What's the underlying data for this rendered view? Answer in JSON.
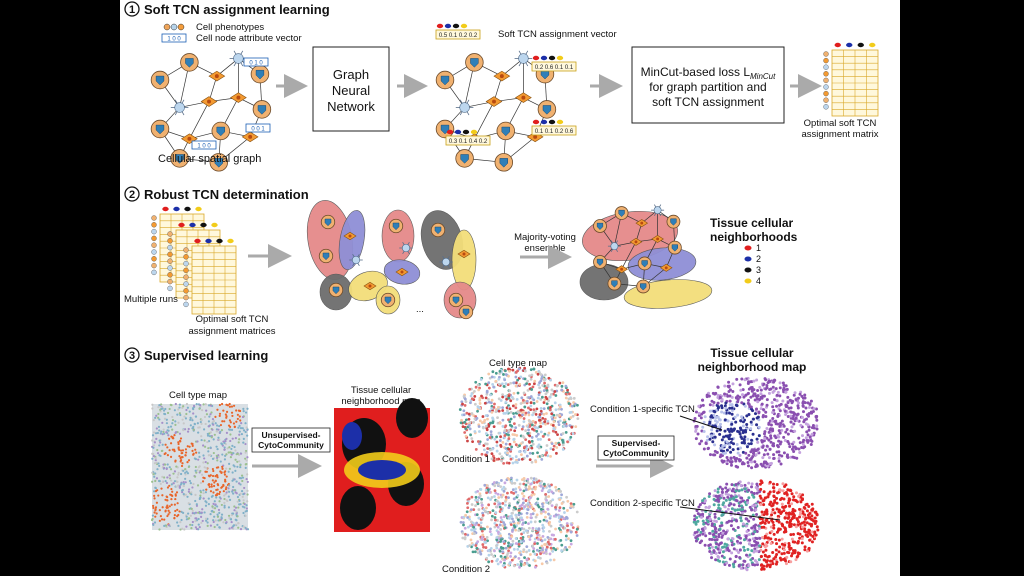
{
  "section1": {
    "number": "1",
    "title": "Soft TCN assignment learning",
    "legend_phenotypes": "Cell phenotypes",
    "legend_attribute": "Cell node attribute vector",
    "graph_caption": "Cellular spatial graph",
    "gnn_box": [
      "Graph",
      "Neural",
      "Network"
    ],
    "soft_vector_label": "Soft TCN assignment vector",
    "mincut_line1": "MinCut-based loss L",
    "mincut_sub": "MinCut",
    "mincut_line2": "for graph partition and",
    "mincut_line3": "soft TCN assignment",
    "optimal_matrix": [
      "Optimal soft TCN",
      "assignment matrix"
    ],
    "attr_vectors": [
      "1 0 0",
      "0 1 0",
      "0 0 1",
      "1 0 0"
    ],
    "soft_vectors": [
      "0.5 0.1 0.2 0.2",
      "0.2 0.6 0.1 0.1",
      "0.3 0.1 0.4 0.2",
      "0.1 0.1 0.2 0.6"
    ]
  },
  "section2": {
    "number": "2",
    "title": "Robust TCN determination",
    "multiple_runs": "Multiple runs",
    "matrices_caption": [
      "Optimal soft TCN",
      "assignment matrices"
    ],
    "ensemble": [
      "Majority-voting",
      "ensemble"
    ],
    "tcn_title": [
      "Tissue cellular",
      "neighborhoods"
    ],
    "tcn_items": [
      "1",
      "2",
      "3",
      "4"
    ],
    "ellipsis": "..."
  },
  "section3": {
    "number": "3",
    "title": "Supervised learning",
    "cell_type_map_left": "Cell type map",
    "unsupervised": [
      "Unsupervised-",
      "CytoCommunity"
    ],
    "tcn_map_mid": [
      "Tissue cellular",
      "neighborhood map"
    ],
    "cell_type_map_right": "Cell type map",
    "condition1": "Condition 1",
    "condition2": "Condition 2",
    "supervised": [
      "Supervised-",
      "CytoCommunity"
    ],
    "tcn_map_right": [
      "Tissue cellular",
      "neighborhood map"
    ],
    "cond1_specific": "Condition 1-specific TCN",
    "cond2_specific": "Condition 2-specific TCN"
  },
  "colors": {
    "tcn1": "#e01e1e",
    "tcn2": "#1c2fa8",
    "tcn3": "#111111",
    "tcn4": "#f2cc1a",
    "arrow": "#aaaaaa",
    "region_red": "#e58a8a",
    "region_blue": "#8f8fd6",
    "region_gray": "#6d6d6d",
    "region_yellow": "#f3de7a"
  }
}
